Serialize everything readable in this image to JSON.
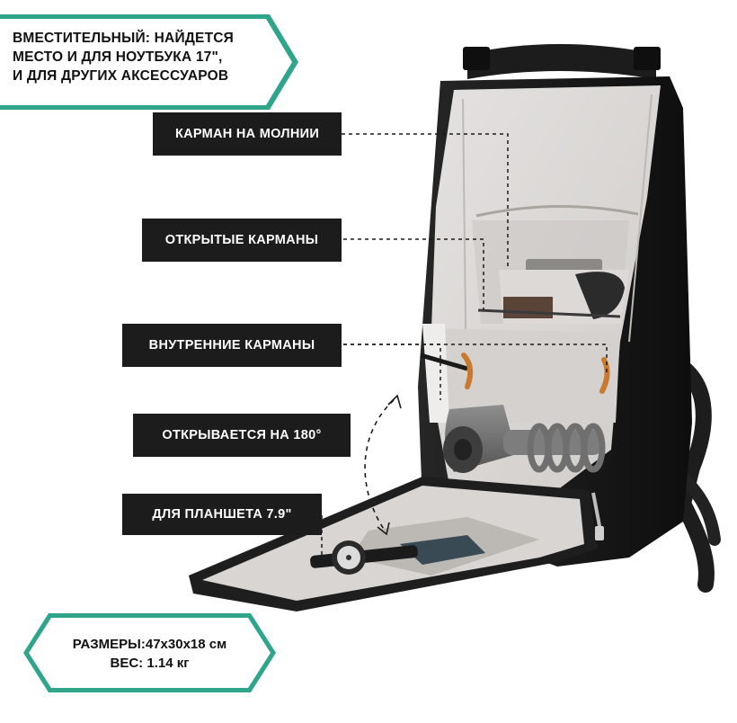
{
  "banner": {
    "lines": [
      "ВМЕСТИТЕЛЬНЫЙ: НАЙДЕТСЯ",
      "МЕСТО И ДЛЯ НОУТБУКА 17\",",
      "И ДЛЯ ДРУГИХ АКСЕССУАРОВ"
    ]
  },
  "callouts": {
    "zip_pocket": "КАРМАН НА МОЛНИИ",
    "open_pockets": "ОТКРЫТЫЕ КАРМАНЫ",
    "inner_pockets": "ВНУТРЕННИЕ КАРМАНЫ",
    "opens_180": "ОТКРЫВАЕТСЯ НА 180°",
    "tablet": "ДЛЯ ПЛАНШЕТА 7.9\""
  },
  "specs": {
    "dimensions": "РАЗМЕРЫ:47х30х18 см",
    "weight": "ВЕС: 1.14 кг"
  },
  "colors": {
    "accent_teal": "#2fa58b",
    "callout_bg": "#1c1c1c",
    "bag_black": "#1a1a1a",
    "interior_grey": "#d9d6d3"
  }
}
